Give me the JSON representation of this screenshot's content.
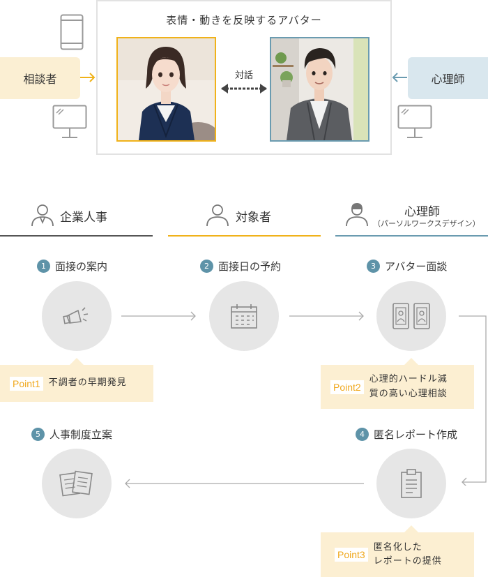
{
  "diagram": {
    "title": "表情・動きを反映するアバター",
    "talk_label": "対話",
    "client_label": "相談者",
    "psychologist_label": "心理師"
  },
  "roles": [
    {
      "label": "企業人事",
      "sub": "",
      "color": "#555555"
    },
    {
      "label": "対象者",
      "sub": "",
      "color": "#f0b21a"
    },
    {
      "label": "心理師",
      "sub": "（パーソルワークスデザイン）",
      "color": "#6a9bb0"
    }
  ],
  "steps": [
    {
      "num": "1",
      "label": "面接の案内",
      "icon": "megaphone-icon"
    },
    {
      "num": "2",
      "label": "面接日の予約",
      "icon": "calendar-icon"
    },
    {
      "num": "3",
      "label": "アバター面談",
      "icon": "avatar-cards-icon"
    },
    {
      "num": "4",
      "label": "匿名レポート作成",
      "icon": "clipboard-icon"
    },
    {
      "num": "5",
      "label": "人事制度立案",
      "icon": "documents-icon"
    }
  ],
  "points": [
    {
      "tag": "Point1",
      "line1": "不調者の早期発見",
      "line2": ""
    },
    {
      "tag": "Point2",
      "line1": "心理的ハードル減",
      "line2": "質の高い心理相談"
    },
    {
      "tag": "Point3",
      "line1": "匿名化した",
      "line2": "レポートの提供"
    }
  ],
  "colors": {
    "accent_orange": "#f0b21a",
    "accent_blue": "#6a9bb0",
    "number_badge": "#5e93a8",
    "point_bg": "#fcefd2",
    "circle_bg": "#e6e6e6"
  }
}
